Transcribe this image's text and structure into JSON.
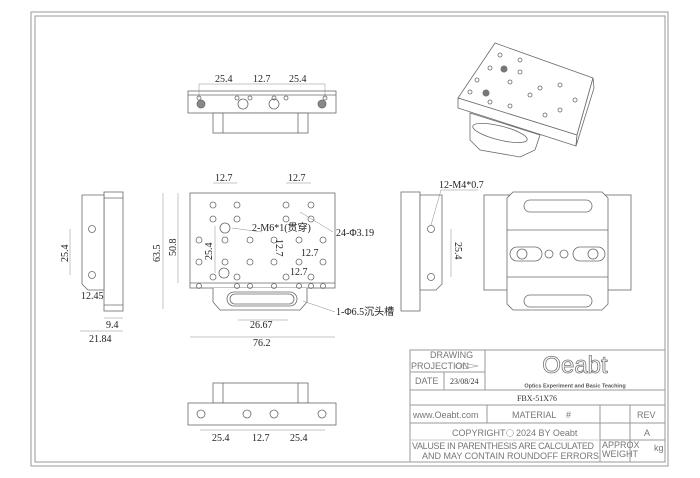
{
  "top_view": {
    "dims": [
      "25.4",
      "12.7",
      "25.4"
    ]
  },
  "front_view": {
    "dims": {
      "top_left": "12.7",
      "top_right": "12.7",
      "height_total": "63.5",
      "height_plate": "50.8",
      "hole_spacing_v": "25.4",
      "inner_v": "12.7",
      "inner_h1": "12.7",
      "inner_h2": "12.7",
      "slot_length": "26.67",
      "width": "76.2"
    },
    "callouts": {
      "tapped": "2-M6*1(贯穿)",
      "holes": "24-Φ3.19",
      "slot": "1-Φ6.5沉头槽"
    }
  },
  "left_view": {
    "dims": {
      "spacing": "25.4",
      "offset": "12.45",
      "thin": "9.4",
      "total": "21.84"
    }
  },
  "right_view": {
    "callout": "12-M4*0.7",
    "spacing": "25.4"
  },
  "bottom_view": {
    "dims": [
      "25.4",
      "12.7",
      "25.4"
    ]
  },
  "title_block": {
    "drawing_label": "DRAWING",
    "projection_label": "PROJECTION",
    "date_label": "DATE",
    "date": "23/08/24",
    "logo": "Oeabt",
    "tagline": "Optics Experiment and Basic Teaching",
    "part_number": "FBX-51X76",
    "website": "www.Oeabt.com",
    "material_label": "MATERIAL",
    "material_value": "#",
    "rev_label": "REV",
    "rev_value": "A",
    "copyright_label": "COPYRIGHT",
    "copyright_note": "2024 BY Oeabt",
    "note_line1": "VALUSE IN PARENTHESIS ARE CALCULATED",
    "note_line2": "AND MAY CONTAIN ROUNDOFF ERRORS",
    "weight_label1": "APPROX",
    "weight_label2": "WEIGHT",
    "weight_unit": "kg"
  }
}
